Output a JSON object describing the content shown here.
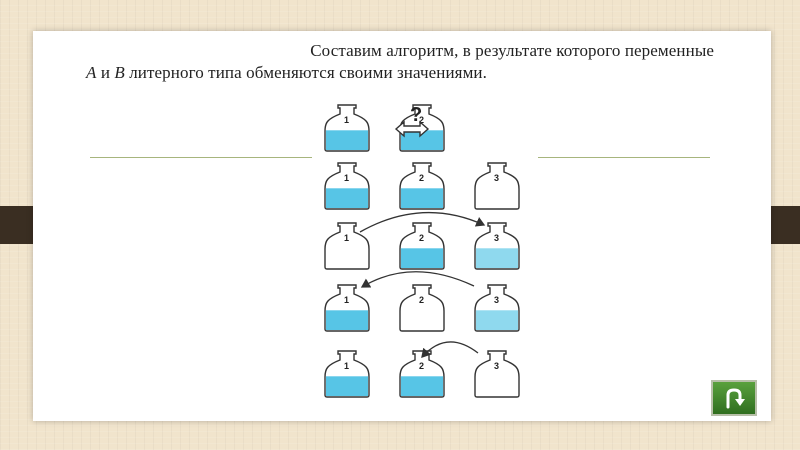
{
  "caption": {
    "line1": "Составим алгоритм, в результате которого переменные",
    "var_a": "A",
    "and_word": " и ",
    "var_b": "B",
    "line2_rest": " литерного типа обменяются своими значениями."
  },
  "figure": {
    "question_mark": "?",
    "jar_labels": [
      "1",
      "2",
      "3"
    ],
    "fill_color": "#57c5e6",
    "fill_color_light": "#8fd9ee"
  },
  "nav": {
    "return_icon": "u-turn-arrow-icon",
    "color": "#3f8a2a"
  }
}
